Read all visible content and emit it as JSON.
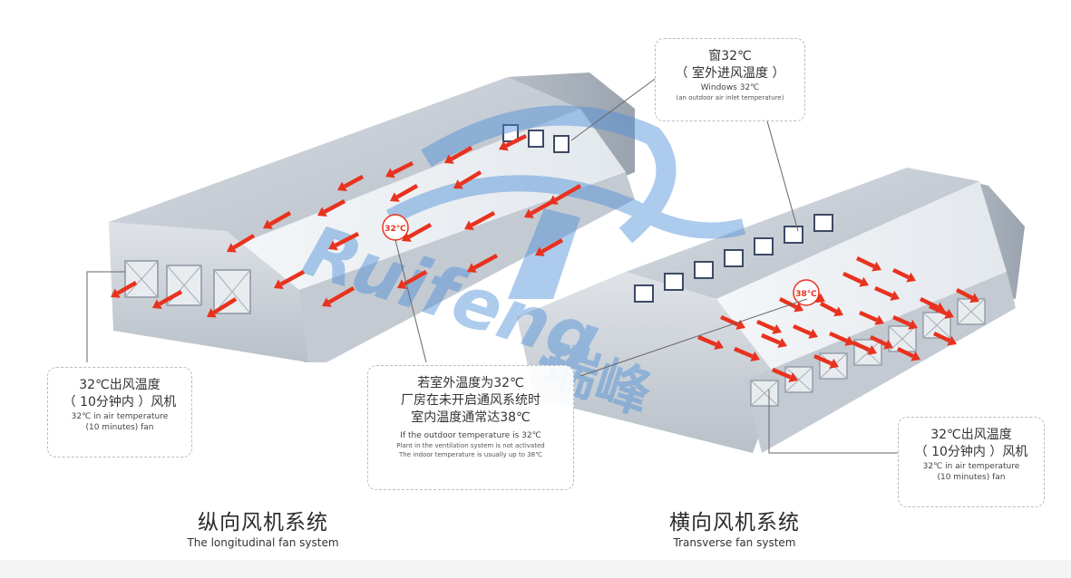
{
  "window_callout": {
    "cn1": "窗32℃",
    "cn2": "（ 室外进风温度 ）",
    "en1": "Windows 32℃",
    "en2": "(an outdoor air inlet temperature)"
  },
  "left_callout": {
    "cn1": "32℃出风温度",
    "cn2": "（ 10分钟内 ）风机",
    "en1": "32℃ in air temperature",
    "en2": "(10 minutes) fan"
  },
  "center_callout": {
    "cn1": "若室外温度为32℃",
    "cn2": "厂房在未开启通风系统时",
    "cn3": "室内温度通常达38℃",
    "en1": "If the outdoor temperature is 32℃",
    "en2": "Plant in the ventilation system is not activated",
    "en3": "The indoor temperature is usually up to 38℃"
  },
  "right_callout": {
    "cn1": "32℃出风温度",
    "cn2": "（ 10分钟内 ）风机",
    "en1": "32℃ in air temperature",
    "en2": "(10 minutes) fan"
  },
  "left_caption": {
    "cn": "纵向风机系统",
    "en": "The longitudinal fan system"
  },
  "right_caption": {
    "cn": "横向风机系统",
    "en": "Transverse fan system"
  },
  "temp_badge_left": "32℃",
  "temp_badge_right": "38℃",
  "watermark": {
    "text": "Ruifeng",
    "cn": "瑞峰"
  },
  "colors": {
    "arrow": "#e8321e",
    "building": "#c9ced6",
    "watermark": "#4a8ed8"
  }
}
